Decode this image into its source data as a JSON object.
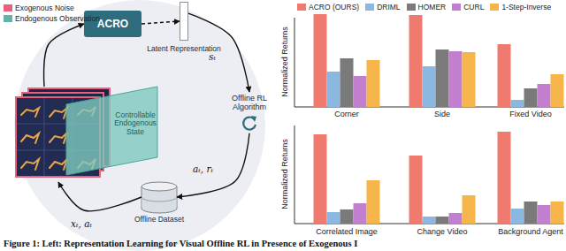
{
  "diagram": {
    "caption": "Figure 1: Left: Representation Learning for Visual Offline RL in Presence of Exogenous I",
    "nodes": [
      {
        "text": [
          "ACRO"
        ]
      },
      {
        "text": [
          "Latent Representation"
        ]
      },
      {
        "text": [
          "Offline RL Algorithm"
        ]
      },
      {
        "text": [
          "Offline Dataset"
        ]
      },
      {
        "text": [
          "Controllable Endogenous State"
        ]
      }
    ],
    "edges": [
      {
        "from": 0,
        "to": 1,
        "arrow": "to"
      },
      {
        "from": 1,
        "to": 2,
        "label": "sₜ",
        "arrow": "to"
      },
      {
        "from": 2,
        "to": 3,
        "label": "aₜ, rₜ",
        "arrow": "to"
      },
      {
        "from": 3,
        "to": 4,
        "label": "xₜ, aₜ",
        "arrow": "to"
      },
      {
        "from": 4,
        "to": 0,
        "arrow": "to"
      }
    ],
    "labels": [
      "Normalized Returns",
      "Corner",
      "Side",
      "Fixed Video",
      "Normalized Returns",
      "Correlated Image",
      "Change Video",
      "Background Agent"
    ],
    "legend": [
      {
        "text": "Exogenous Noise",
        "color": "#e8607a"
      },
      {
        "text": "Endogenous Observation",
        "color": "#5fb3a8"
      },
      {
        "text": "ACRO (OURS)",
        "color": "#f07a6e"
      },
      {
        "text": "DRIML",
        "color": "#8ab8e0"
      },
      {
        "text": "HOMER",
        "color": "#7a7a7a"
      },
      {
        "text": "CURL",
        "color": "#c27fcf"
      },
      {
        "text": "1-Step-Inverse",
        "color": "#f5b54a"
      }
    ]
  }
}
